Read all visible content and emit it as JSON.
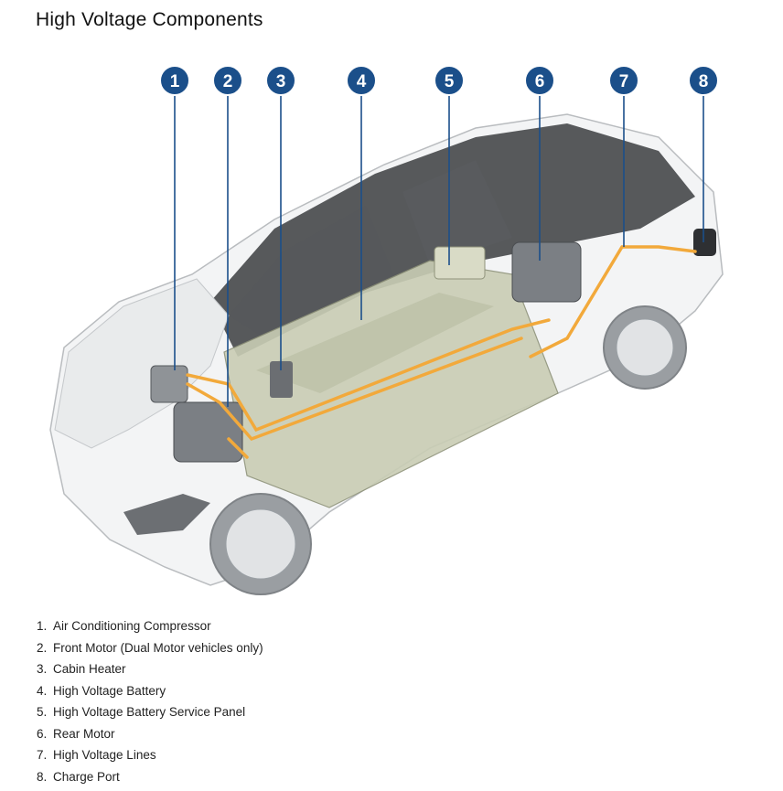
{
  "page": {
    "title": "High Voltage Components"
  },
  "callouts": [
    "1",
    "2",
    "3",
    "4",
    "5",
    "6",
    "7",
    "8"
  ],
  "legend": [
    {
      "num": "1.",
      "label": "Air Conditioning Compressor"
    },
    {
      "num": "2.",
      "label": "Front Motor (Dual Motor vehicles only)"
    },
    {
      "num": "3.",
      "label": "Cabin Heater"
    },
    {
      "num": "4.",
      "label": "High Voltage Battery"
    },
    {
      "num": "5.",
      "label": "High Voltage Battery Service Panel"
    },
    {
      "num": "6.",
      "label": "Rear Motor"
    },
    {
      "num": "7.",
      "label": "High Voltage Lines"
    },
    {
      "num": "8.",
      "label": "Charge Port"
    }
  ],
  "colors": {
    "callout": "#1b4f8a",
    "hv_lines": "#f2a93b",
    "battery": "#c9cdb4"
  }
}
